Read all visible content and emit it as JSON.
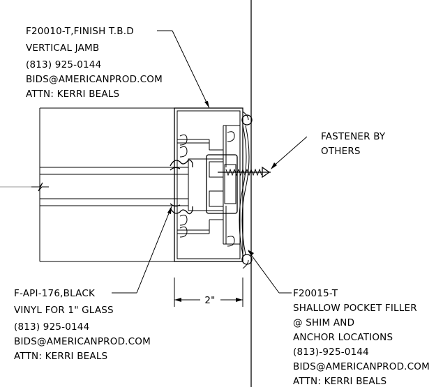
{
  "callouts": {
    "jamb": {
      "lines": [
        "F20010-T,FINISH T.B.D",
        "VERTICAL JAMB",
        "(813) 925-0144",
        "BIDS@AMERICANPROD.COM",
        "ATTN: KERRI BEALS"
      ]
    },
    "fastener": {
      "lines": [
        "FASTENER BY",
        "OTHERS"
      ]
    },
    "vinyl": {
      "lines": [
        "F-API-176,BLACK",
        "VINYL FOR 1\" GLASS",
        "(813) 925-0144",
        "BIDS@AMERICANPROD.COM",
        "ATTN: KERRI BEALS"
      ]
    },
    "filler": {
      "lines": [
        "F20015-T",
        "SHALLOW POCKET FILLER",
        "@ SHIM AND",
        "ANCHOR LOCATIONS",
        "(813)-925-0144",
        "BIDS@AMERICANPROD.COM",
        "ATTN: KERRI BEALS"
      ]
    }
  },
  "dimension": {
    "label": "2\""
  }
}
